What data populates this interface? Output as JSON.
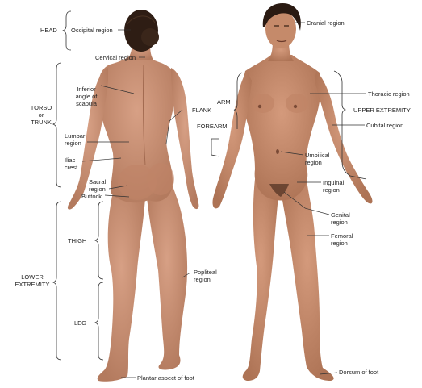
{
  "labels": {
    "head": "HEAD",
    "occipital_region": "Occipital region",
    "cervical_region": "Cervical region",
    "inferior_angle_of_scapula": "Inferior\nangle of\nscapula",
    "torso_or_trunk": "TORSO\nor\nTRUNK",
    "lumbar_region": "Lumbar\nregion",
    "iliac_crest": "Iliac\ncrest",
    "sacral_region": "Sacral\nregion",
    "buttock": "Buttock",
    "flank": "FLANK",
    "arm": "ARM",
    "forearm": "FOREARM",
    "thigh": "THIGH",
    "lower_extremity": "LOWER\nEXTREMITY",
    "leg": "LEG",
    "popliteal_region": "Popliteal\nregion",
    "plantar_aspect_of_foot": "Plantar aspect of foot",
    "cranial_region": "Cranial region",
    "thoracic_region": "Thoracic region",
    "upper_extremity": "UPPER EXTREMITY",
    "cubital_region": "Cubital region",
    "umbilical_region": "Umbilical\nregion",
    "inguinal_region": "Inguinal\nregion",
    "genital_region": "Genital\nregion",
    "femoral_region": "Femoral\nregion",
    "dorsum_of_foot": "Dorsum of foot"
  },
  "colors": {
    "skin_back": "#c99073",
    "skin_front": "#c88a6c",
    "skin_shadow": "#a26a50",
    "hair": "#2a1a12",
    "line": "#333333",
    "text": "#1f1f1f"
  }
}
